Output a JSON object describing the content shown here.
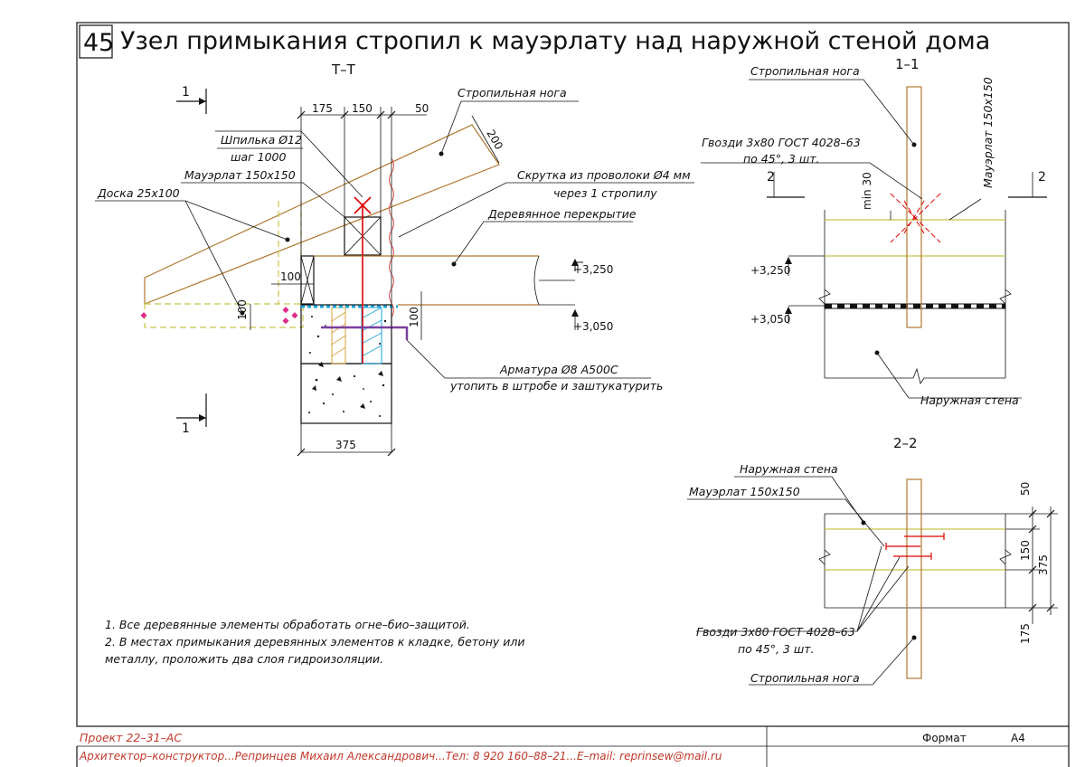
{
  "drawing": {
    "number": "45",
    "title": "Узел примыкания стропил к мауэрлату над наружной стеной дома"
  },
  "section_tt": {
    "title": "Т–Т",
    "cut_mark": "1",
    "dims": {
      "d175": "175",
      "d150": "150",
      "d50": "50",
      "d200": "200",
      "d100a": "100",
      "d100b": "100",
      "d100c": "100",
      "d375": "375"
    },
    "labels": {
      "rafter": "Стропильная нога",
      "stud_line1": "Шпилька Ø12",
      "stud_line2": "шаг 1000",
      "mauerlat": "Мауэрлат 150х150",
      "board": "Доска 25х100",
      "wire_line1": "Скрутка из проволоки Ø4 мм",
      "wire_line2": "через 1 стропилу",
      "floor": "Деревянное перекрытие",
      "level_top": "+3,250",
      "level_bottom": "+3,050",
      "rebar_line1": "Арматура Ø8 А500С",
      "rebar_line2": "утопить в штробе и заштукатурить"
    }
  },
  "section_11": {
    "title": "1–1",
    "cut_mark": "2",
    "labels": {
      "rafter": "Стропильная нога",
      "mauerlat": "Мауэрлат 150х150",
      "nails_line1": "Гвозди 3х80 ГОСТ 4028–63",
      "nails_line2": "по 45°, 3 шт.",
      "min30": "min 30",
      "level_top": "+3,250",
      "level_bottom": "+3,050",
      "wall": "Наружная стена"
    }
  },
  "section_22": {
    "title": "2–2",
    "labels": {
      "wall": "Наружная стена",
      "mauerlat": "Мауэрлат 150х150",
      "nails_line1": "Гвозди 3х80 ГОСТ 4028–63",
      "nails_line2": "по 45°, 3 шт.",
      "rafter": "Стропильная нога"
    },
    "dims": {
      "d50": "50",
      "d150": "150",
      "d375": "375",
      "d175": "175"
    }
  },
  "notes": [
    "1. Все деревянные элементы обработать огне–био–защитой.",
    "2. В местах примыкания деревянных элементов к кладке, бетону или",
    "металлу, проложить два слоя гидроизоляции."
  ],
  "stamp": {
    "project": "Проект 22–31–АС",
    "author": "Архитектор–конструктор...Репринцев Михаил Александрович...Тел: 8 920 160–88–21...E–mail: reprinsew@mail.ru",
    "format_label": "Формат",
    "format_value": "А4"
  },
  "colors": {
    "wood": "#b07830",
    "mauerlat_face": "#c8c44a",
    "rebar": "#7a3fa0",
    "fastener": "#e00000",
    "waterproof": "#1aa3d9",
    "insulation_dots": "#e02b8a"
  }
}
